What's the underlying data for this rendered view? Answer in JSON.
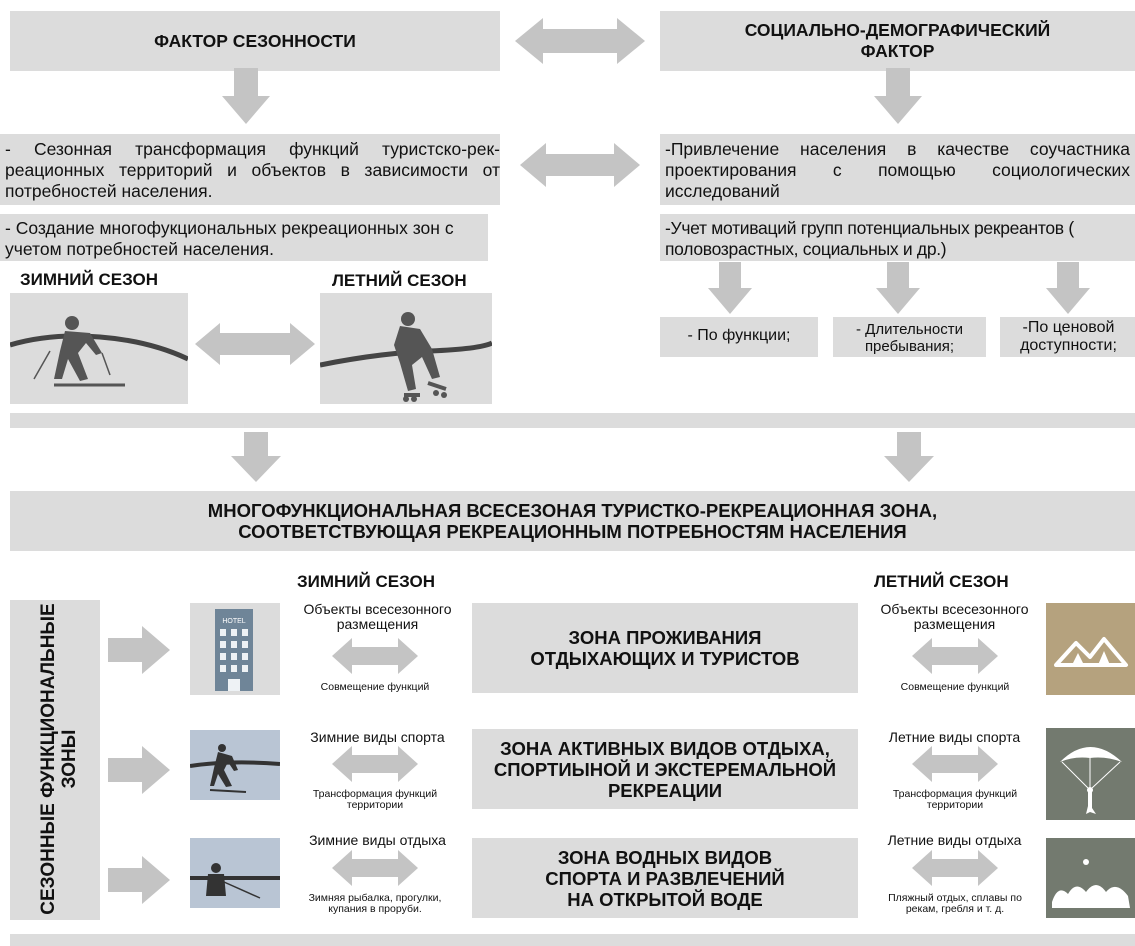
{
  "top": {
    "season_factor": "ФАКТОР СЕЗОННОСТИ",
    "social_factor": "СОЦИАЛЬНО-ДЕМОГРАФИЧЕСКИЙ ФАКТОР"
  },
  "left": {
    "text1": "- Сезонная трансформация функций туристско-рек-реационных территорий и объектов в зависимости от потребностей населения.",
    "text2": "- Создание многофукциональных рекреационных зон с учетом потребностей населения.",
    "winter_label": "ЗИМНИЙ СЕЗОН",
    "summer_label": "ЛЕТНИЙ СЕЗОН"
  },
  "right": {
    "text1": "-Привлечение населения в качестве соучастника проектирования  с помощью социологических исследований",
    "text2": "-Учет мотиваций групп потенциальных рекреантов ( половозрастных, социальных и др.)",
    "criteria": [
      "- По функции;",
      "- Длительности пребывания;",
      "-По ценовой доступности;"
    ]
  },
  "main_zone": "МНОГОФУНКЦИОНАЛЬНАЯ ВСЕСЕЗОНАЯ ТУРИСТКО-РЕКРЕАЦИОННАЯ ЗОНА, СООТВЕТСТВУЮЩАЯ РЕКРЕАЦИОННЫМ ПОТРЕБНОСТЯМ НАСЕЛЕНИЯ",
  "bottom": {
    "winter_label": "ЗИМНИЙ СЕЗОН",
    "summer_label": "ЛЕТНИЙ СЕЗОН",
    "side_label": "СЕЗОННЫЕ ФУНКЦИОНАЛЬНЫЕ ЗОНЫ",
    "hotel_sign": "HOTEL",
    "rows": [
      {
        "zone": "ЗОНА ПРОЖИВАНИЯ ОТДЫХАЮЩИХ И ТУРИСТОВ",
        "winter_top": "Объекты всесезонного размещения",
        "winter_bottom": "Совмещение функций",
        "summer_top": "Объекты всесезонного размещения",
        "summer_bottom": "Совмещение функций"
      },
      {
        "zone": "ЗОНА  АКТИВНЫХ ВИДОВ ОТДЫХА, СПОРТИЫНОЙ И ЭКСТЕРЕМАЛЬНОЙ РЕКРЕАЦИИ",
        "winter_top": "Зимние виды спорта",
        "winter_bottom": "Трансформация функций территории",
        "summer_top": "Летние виды спорта",
        "summer_bottom": "Трансформация функций территории"
      },
      {
        "zone": "ЗОНА ВОДНЫХ ВИДОВ СПОРТА И РАЗВЛЕЧЕНИЙ НА ОТКРЫТОЙ ВОДЕ",
        "winter_top": "Зимние виды отдыха",
        "winter_bottom": "Зимняя рыбалка, прогулки, купания в проруби.",
        "summer_top": "Летние виды отдыха",
        "summer_bottom": "Пляжный отдых, сплавы по рекам, гребля и т. д."
      }
    ]
  },
  "colors": {
    "box": "#dcdcdc",
    "arrow": "#c4c4c4",
    "hotel": "#6f8598",
    "winter_bg": "#b9c5d4",
    "summer_tent_bg": "#b5a27e",
    "summer_dark_bg": "#737a6f"
  }
}
